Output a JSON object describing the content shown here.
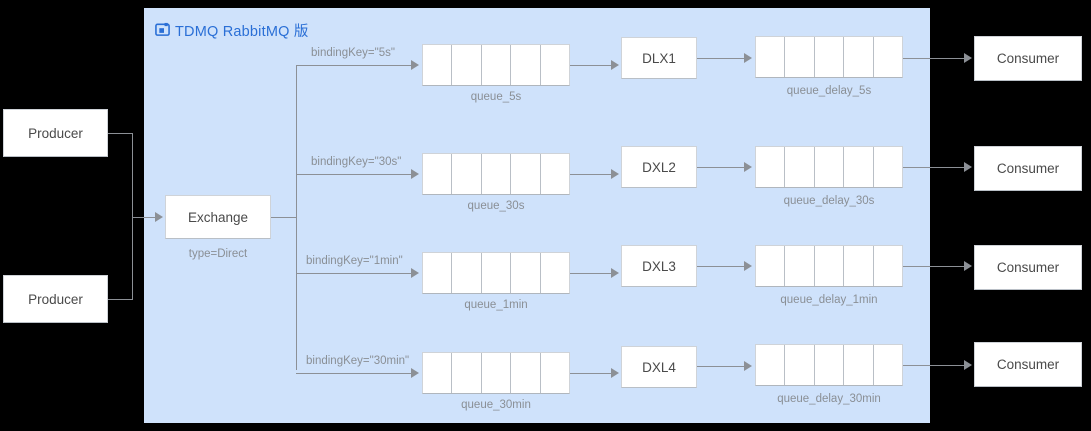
{
  "panel": {
    "title": "TDMQ RabbitMQ 版",
    "logo_icon": "tdmq-logo-icon",
    "bg_color": "#cfe2fb",
    "title_color": "#2a6fd6"
  },
  "producers": [
    {
      "label": "Producer"
    },
    {
      "label": "Producer"
    }
  ],
  "exchange": {
    "label": "Exchange",
    "type_label": "type=Direct"
  },
  "branches": [
    {
      "binding_key": "bindingKey=\"5s\"",
      "queue_label": "queue_5s",
      "dlx_label": "DLX1",
      "delay_queue_label": "queue_delay_5s",
      "consumer_label": "Consumer",
      "cells": 5
    },
    {
      "binding_key": "bindingKey=\"30s\"",
      "queue_label": "queue_30s",
      "dlx_label": "DXL2",
      "delay_queue_label": "queue_delay_30s",
      "consumer_label": "Consumer",
      "cells": 5
    },
    {
      "binding_key": "bindingKey=\"1min\"",
      "queue_label": "queue_1min",
      "dlx_label": "DXL3",
      "delay_queue_label": "queue_delay_1min",
      "consumer_label": "Consumer",
      "cells": 5
    },
    {
      "binding_key": "bindingKey=\"30min\"",
      "queue_label": "queue_30min",
      "dlx_label": "DXL4",
      "delay_queue_label": "queue_delay_30min",
      "consumer_label": "Consumer",
      "cells": 5
    }
  ],
  "colors": {
    "line": "#8c9096",
    "box_border": "#cfd3d8",
    "text": "#4a4a4a",
    "muted_text": "#8a8f95",
    "canvas": "#000000"
  }
}
